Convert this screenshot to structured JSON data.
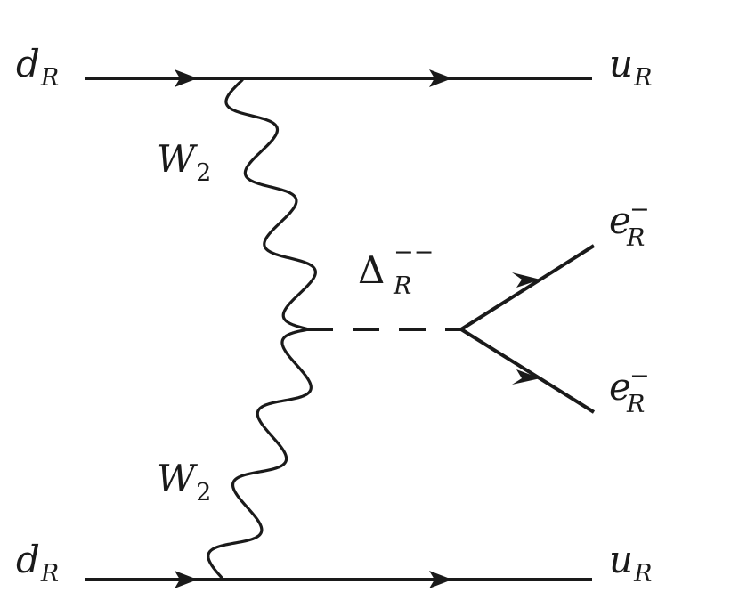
{
  "labels": {
    "top_left": {
      "main": "d",
      "sub": "R"
    },
    "top_right": {
      "main": "u",
      "sub": "R"
    },
    "bottom_left": {
      "main": "d",
      "sub": "R"
    },
    "bottom_right": {
      "main": "u",
      "sub": "R"
    },
    "boson_upper": {
      "main": "W",
      "sub": "2"
    },
    "boson_lower": {
      "main": "W",
      "sub": "2"
    },
    "scalar": {
      "main": "Δ",
      "sup": "−−",
      "sub": "R"
    },
    "lepton_upper": {
      "main": "e",
      "sup": "−",
      "sub": "R"
    },
    "lepton_lower": {
      "main": "e",
      "sup": "−",
      "sub": "R"
    }
  },
  "colors": {
    "ink": "#1a1a1a",
    "background": "#ffffff"
  }
}
